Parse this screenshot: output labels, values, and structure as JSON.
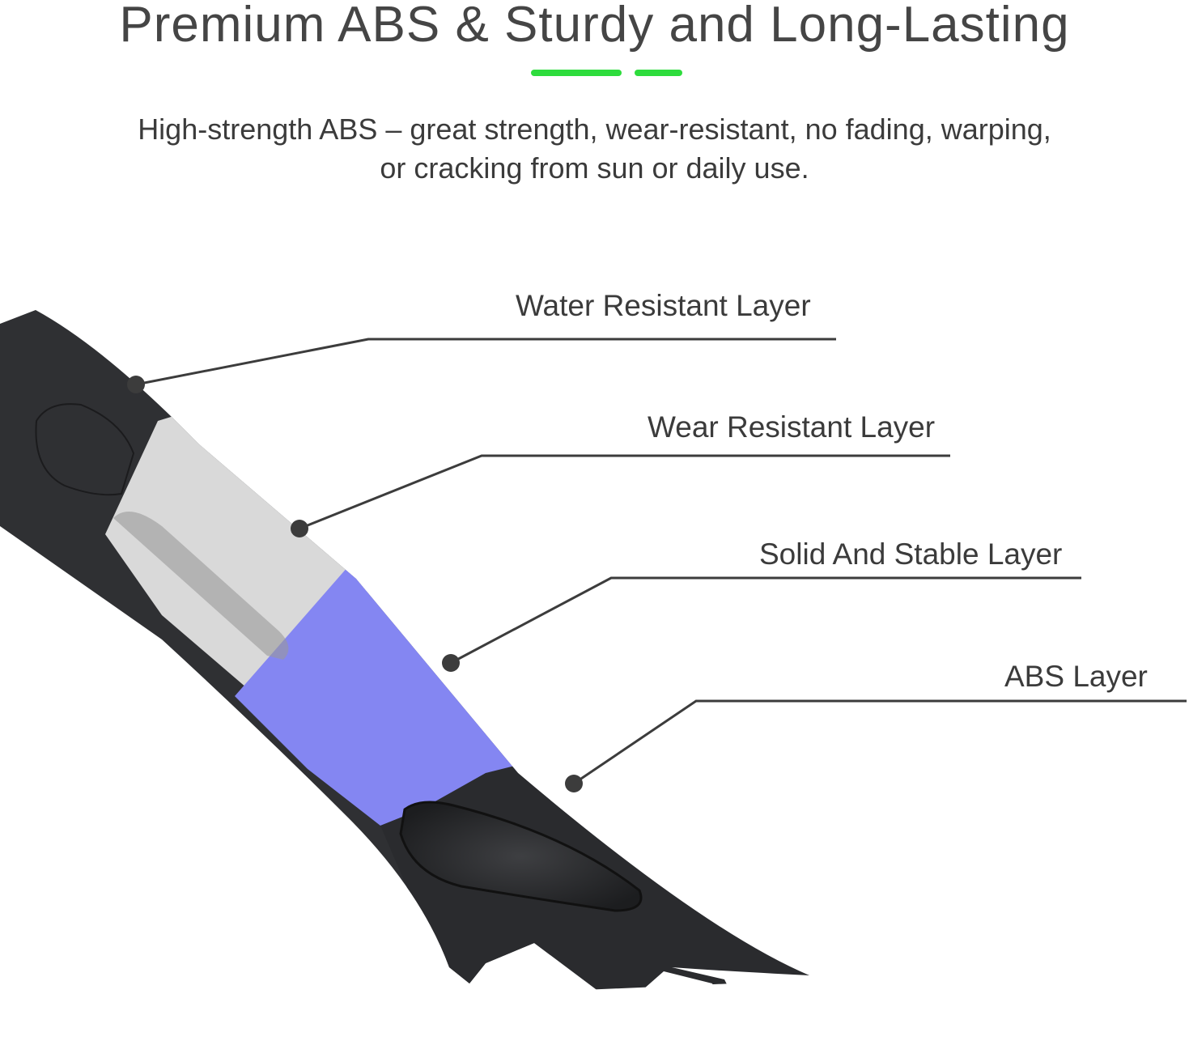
{
  "header": {
    "title": "Premium ABS & Sturdy and Long-Lasting",
    "accent_color": "#2edc3d",
    "subtitle_line_1": "High-strength ABS – great strength, wear-resistant, no fading, warping,",
    "subtitle_line_2": "or cracking from sun or daily use."
  },
  "callouts": [
    {
      "label": "Water Resistant Layer"
    },
    {
      "label": "Wear Resistant Layer"
    },
    {
      "label": "Solid And Stable Layer"
    },
    {
      "label": "ABS Layer"
    }
  ],
  "colors": {
    "water_layer": "#2f3033",
    "wear_layer": "#d9d9d9",
    "solid_layer": "#8486f2",
    "abs_layer": "#2a2b2e",
    "leader_line": "#3c3c3c"
  },
  "product_image": {
    "icon": "car-a-pillar-trim-illustration"
  }
}
